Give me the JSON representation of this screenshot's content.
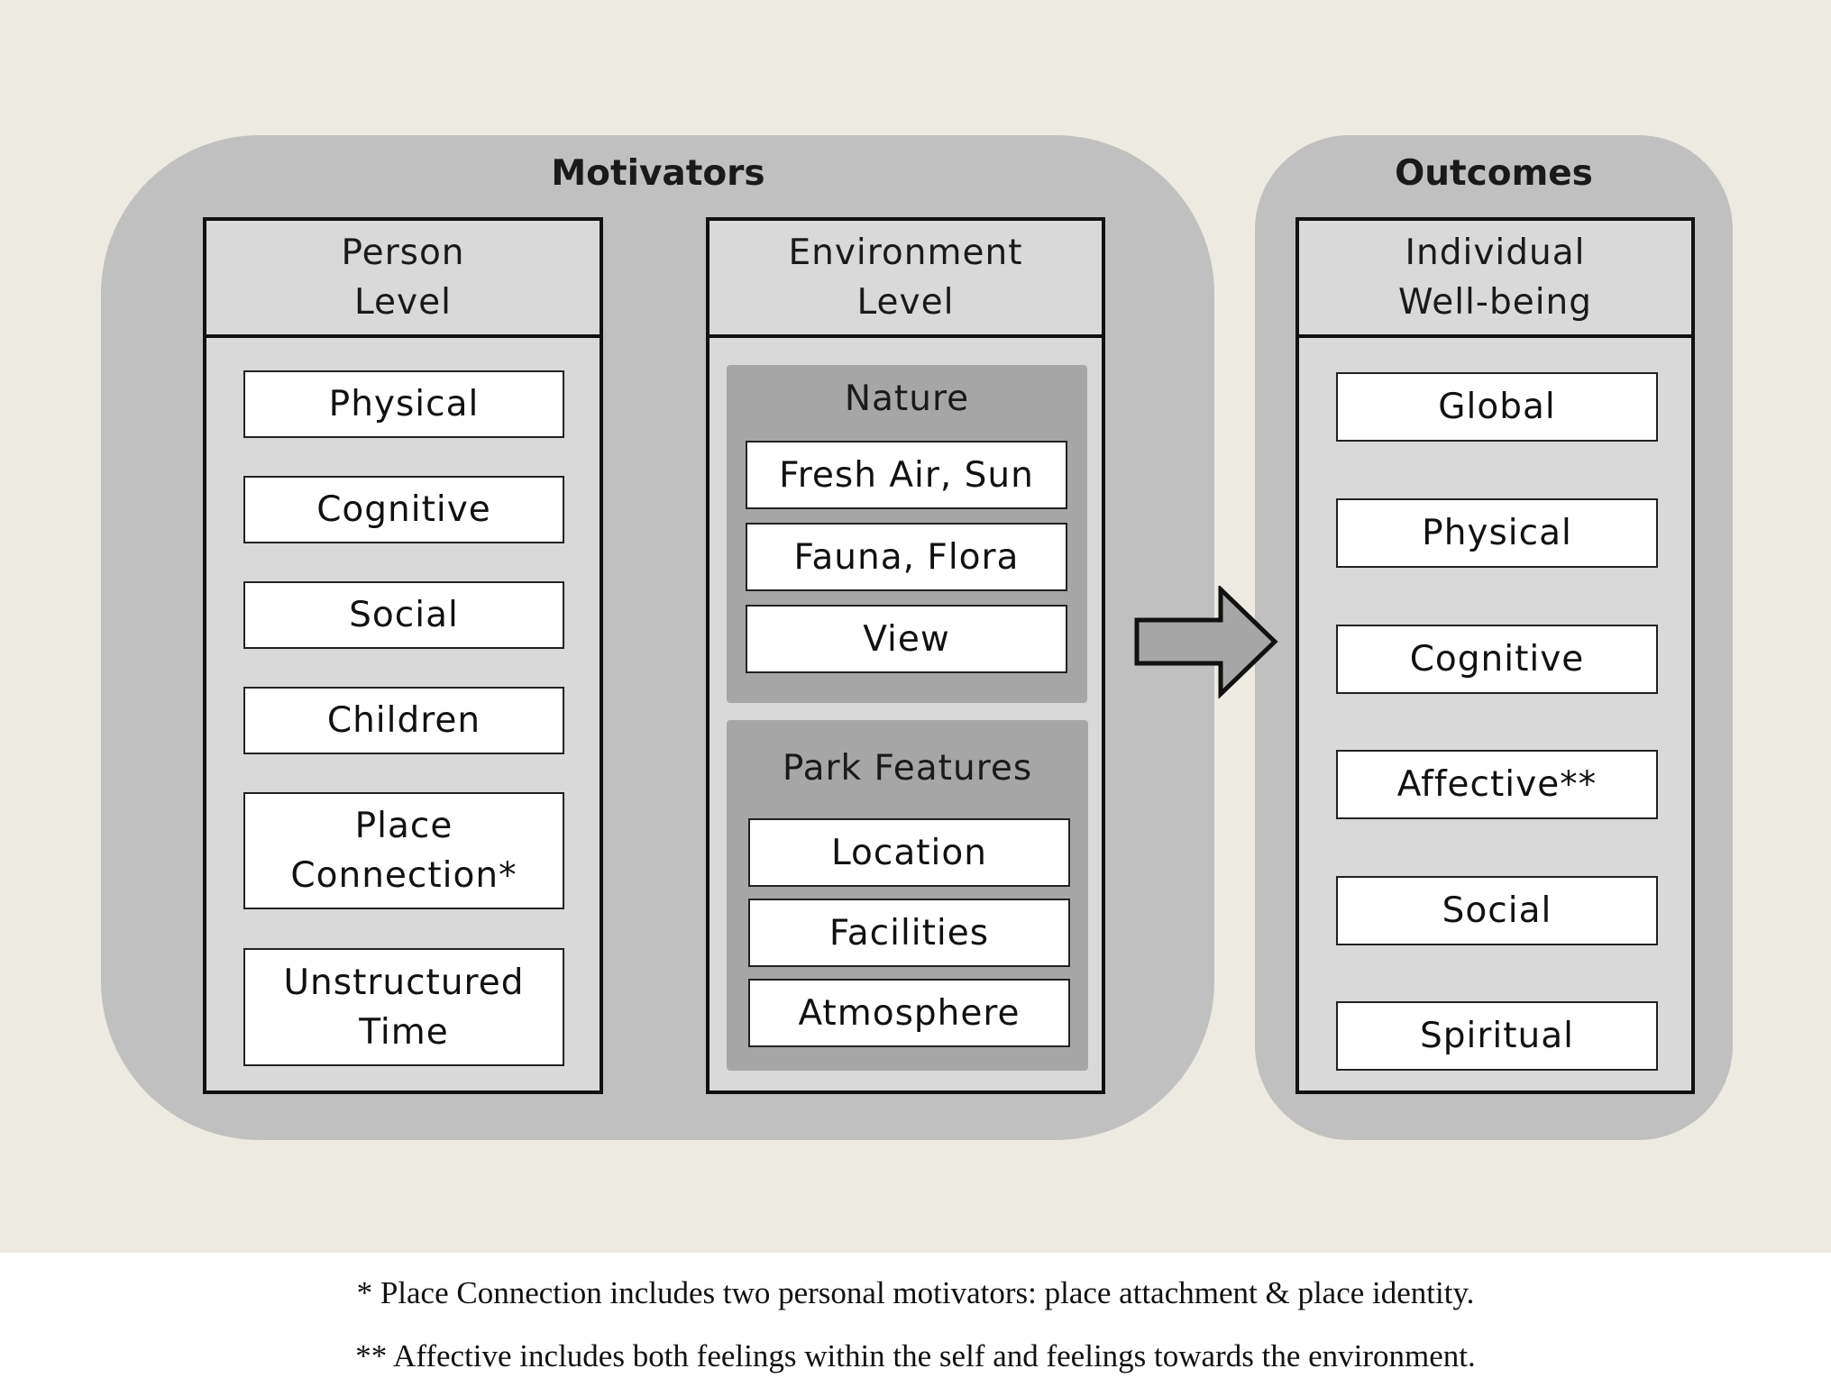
{
  "motivators": {
    "title": "Motivators",
    "person_level": {
      "header": "Person\nLevel",
      "items": [
        "Physical",
        "Cognitive",
        "Social",
        "Children",
        "Place\nConnection*",
        "Unstructured\nTime"
      ]
    },
    "environment_level": {
      "header": "Environment\nLevel",
      "nature": {
        "title": "Nature",
        "items": [
          "Fresh Air, Sun",
          "Fauna, Flora",
          "View"
        ]
      },
      "park_features": {
        "title": "Park Features",
        "items": [
          "Location",
          "Facilities",
          "Atmosphere"
        ]
      }
    }
  },
  "outcomes": {
    "title": "Outcomes",
    "individual_wellbeing": {
      "header": "Individual\nWell-being",
      "items": [
        "Global",
        "Physical",
        "Cognitive",
        "Affective**",
        "Social",
        "Spiritual"
      ]
    }
  },
  "footnotes": [
    "* Place Connection includes two personal motivators: place attachment & place identity.",
    "** Affective includes both feelings within the self and feelings towards the environment."
  ],
  "colors": {
    "background": "#edebe1",
    "group_panel": "#c0c0c0",
    "column_fill": "#d9d9d9",
    "subgroup_fill": "#a6a6a6",
    "arrow_fill": "#a6a6a6"
  }
}
